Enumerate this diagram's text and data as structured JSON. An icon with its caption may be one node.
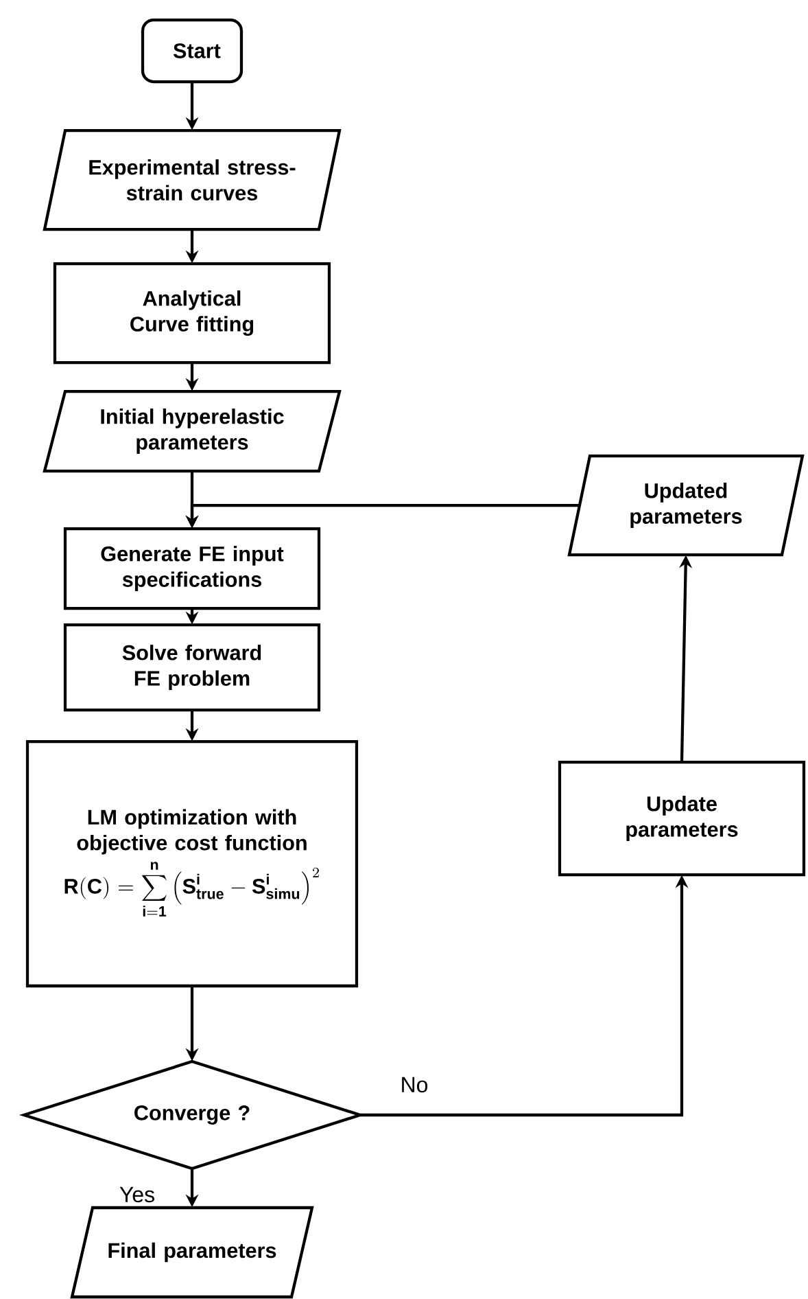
{
  "diagram": {
    "nodes": [
      {
        "text": [
          "Start"
        ]
      },
      {
        "text": [
          "Experimental stress-strain curves"
        ]
      },
      {
        "text": [
          "Analytical Curve fitting"
        ]
      },
      {
        "text": [
          "Initial hyperelastic parameters"
        ]
      },
      {
        "text": [
          "Generate FE input specifications"
        ]
      },
      {
        "text": [
          "Solve forward FE problem"
        ]
      },
      {
        "text": [
          "LM optimization with objective cost function",
          "\\mathbf{R}(\\mathbf{C}) = \\sum_{\\mathbf{i=1}}^{\\mathbf{n}} \\left(\\mathbf{S}^{\\mathbf{i}}_{\\mathbf{true}} - \\mathbf{S}^{\\mathbf{i}}_{\\mathbf{simu}}\\right)^{2}"
        ]
      },
      {
        "text": [
          "Converge ?"
        ]
      },
      {
        "text": [
          "Final parameters"
        ]
      },
      {
        "text": [
          "Update parameters"
        ]
      },
      {
        "text": [
          "Updated parameters"
        ]
      }
    ],
    "edges": [
      {
        "from": 0,
        "to": 1,
        "arrow": "to"
      },
      {
        "from": 1,
        "to": 2,
        "arrow": "to"
      },
      {
        "from": 2,
        "to": 3,
        "arrow": "to"
      },
      {
        "from": 3,
        "to": 4,
        "arrow": "to"
      },
      {
        "from": 10,
        "to": 4,
        "arrow": "to"
      },
      {
        "from": 4,
        "to": 5,
        "arrow": "to"
      },
      {
        "from": 5,
        "to": 6,
        "arrow": "to"
      },
      {
        "from": 6,
        "to": 7,
        "arrow": "to"
      },
      {
        "from": 7,
        "to": 8,
        "arrow": "to",
        "label": "Yes"
      },
      {
        "from": 7,
        "to": 9,
        "arrow": "to",
        "label": "No"
      },
      {
        "from": 9,
        "to": 10,
        "arrow": "to"
      }
    ]
  }
}
